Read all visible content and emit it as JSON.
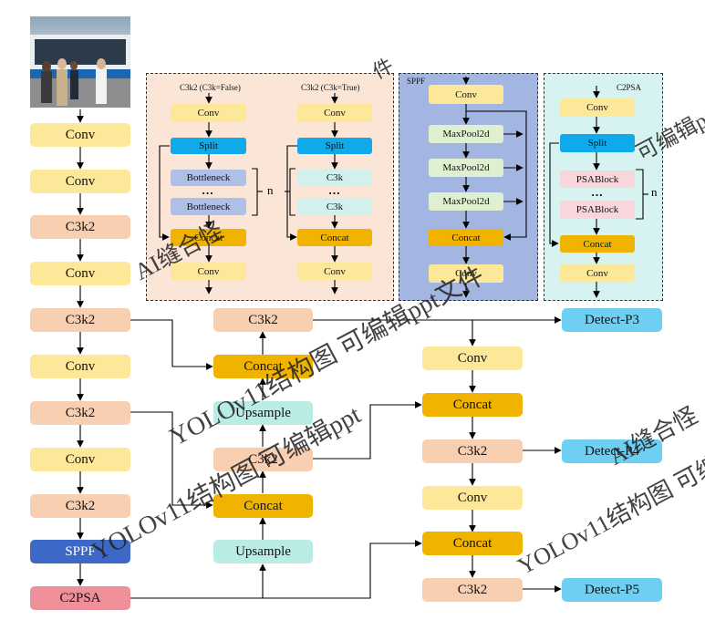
{
  "backbone": {
    "conv": "Conv",
    "c3k2": "C3k2",
    "sppf": "SPPF",
    "c2psa": "C2PSA"
  },
  "neck": {
    "c3k2": "C3k2",
    "concat": "Concat",
    "upsample": "Upsample",
    "conv": "Conv"
  },
  "heads": {
    "p3": "Detect-P3",
    "p4": "Detect-P4",
    "p5": "Detect-P5"
  },
  "panel_c3k2": {
    "title_false": "C3k2 (C3k=False)",
    "title_true": "C3k2 (C3k=True)",
    "conv": "Conv",
    "split": "Split",
    "bottleneck": "Bottleneck",
    "c3k": "C3k",
    "concat": "Concat",
    "dots": "…",
    "n": "n"
  },
  "panel_sppf": {
    "title": "SPPF",
    "conv": "Conv",
    "maxpool": "MaxPool2d",
    "concat": "Concat"
  },
  "panel_c2psa": {
    "title": "C2PSA",
    "conv": "Conv",
    "split": "Split",
    "psablock": "PSABlock",
    "concat": "Concat",
    "dots": "…",
    "n": "n"
  },
  "watermarks": {
    "w1": "AI缝合怪",
    "w2": "YOLOv11结构图 可编辑ppt文件",
    "w3": "AI缝合怪",
    "w4": "YOLOv11结构图 可编",
    "w5": "可编辑ppt",
    "w6": "YOLOv11结构图 可编辑ppt",
    "w7": "件"
  },
  "colors": {
    "conv": "#fde89a",
    "c3k2": "#f8cfb0",
    "concat": "#f0b400",
    "upsample": "#b9ece4",
    "sppf": "#3d68c8",
    "c2psa": "#ef8f9a",
    "detect": "#6dd0f2",
    "panel_c3k2_bg": "#fbe5d6",
    "panel_sppf_bg": "#a3b6e2",
    "panel_c2psa_bg": "#d6f3f1"
  }
}
